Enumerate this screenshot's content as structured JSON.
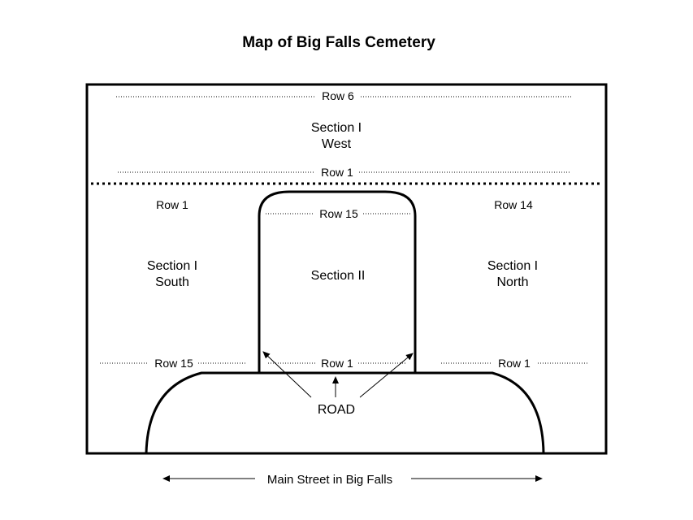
{
  "title": "Map of Big Falls Cemetery",
  "sections": {
    "west": {
      "line1": "Section I",
      "line2": "West"
    },
    "south": {
      "line1": "Section I",
      "line2": "South"
    },
    "center": {
      "line1": "Section II"
    },
    "north": {
      "line1": "Section I",
      "line2": "North"
    }
  },
  "rows": {
    "west_top": "Row 6",
    "west_bottom": "Row 1",
    "south_top": "Row 1",
    "south_bottom": "Row 15",
    "center_top": "Row 15",
    "center_bottom": "Row 1",
    "north_top": "Row 14",
    "north_bottom": "Row 1"
  },
  "road_label": "ROAD",
  "street_label": "Main Street in Big Falls",
  "colors": {
    "ink": "#000000",
    "background": "#ffffff"
  }
}
